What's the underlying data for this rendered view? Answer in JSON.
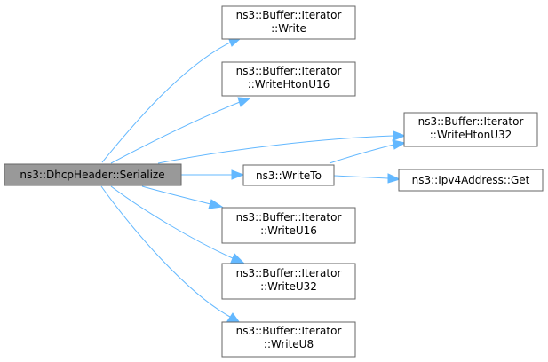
{
  "diagram": {
    "edge_color": "#63b8ff",
    "root_fill": "#999999",
    "node_border": "#666666",
    "nodes": [
      {
        "id": "serialize",
        "lines": [
          "ns3::DhcpHeader::Serialize"
        ],
        "root": true
      },
      {
        "id": "write",
        "lines": [
          "ns3::Buffer::Iterator",
          "::Write"
        ]
      },
      {
        "id": "writehtonu16",
        "lines": [
          "ns3::Buffer::Iterator",
          "::WriteHtonU16"
        ]
      },
      {
        "id": "writehtonu32",
        "lines": [
          "ns3::Buffer::Iterator",
          "::WriteHtonU32"
        ]
      },
      {
        "id": "writeto",
        "lines": [
          "ns3::WriteTo"
        ]
      },
      {
        "id": "ipv4get",
        "lines": [
          "ns3::Ipv4Address::Get"
        ]
      },
      {
        "id": "writeu16",
        "lines": [
          "ns3::Buffer::Iterator",
          "::WriteU16"
        ]
      },
      {
        "id": "writeu32",
        "lines": [
          "ns3::Buffer::Iterator",
          "::WriteU32"
        ]
      },
      {
        "id": "writeu8",
        "lines": [
          "ns3::Buffer::Iterator",
          "::WriteU8"
        ]
      }
    ],
    "edges": [
      {
        "from": "serialize",
        "to": "write"
      },
      {
        "from": "serialize",
        "to": "writehtonu16"
      },
      {
        "from": "serialize",
        "to": "writehtonu32"
      },
      {
        "from": "serialize",
        "to": "writeto"
      },
      {
        "from": "serialize",
        "to": "writeu16"
      },
      {
        "from": "serialize",
        "to": "writeu32"
      },
      {
        "from": "serialize",
        "to": "writeu8"
      },
      {
        "from": "writeto",
        "to": "writehtonu32"
      },
      {
        "from": "writeto",
        "to": "ipv4get"
      }
    ]
  }
}
